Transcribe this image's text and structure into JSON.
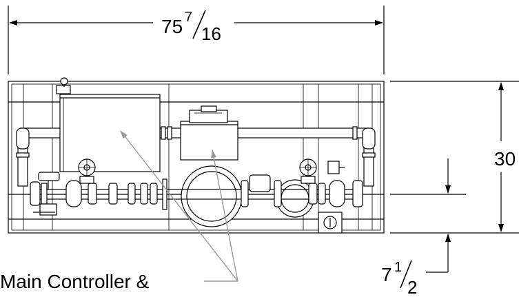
{
  "dimensions": {
    "width": {
      "whole": "75",
      "num": "7",
      "den": "16"
    },
    "height": {
      "whole": "30"
    },
    "offset": {
      "whole": "7",
      "num": "1",
      "den": "2"
    }
  },
  "callout": {
    "label": "Main Controller &"
  },
  "colors": {
    "line": "#000000",
    "leader": "#999999",
    "background": "#ffffff"
  }
}
